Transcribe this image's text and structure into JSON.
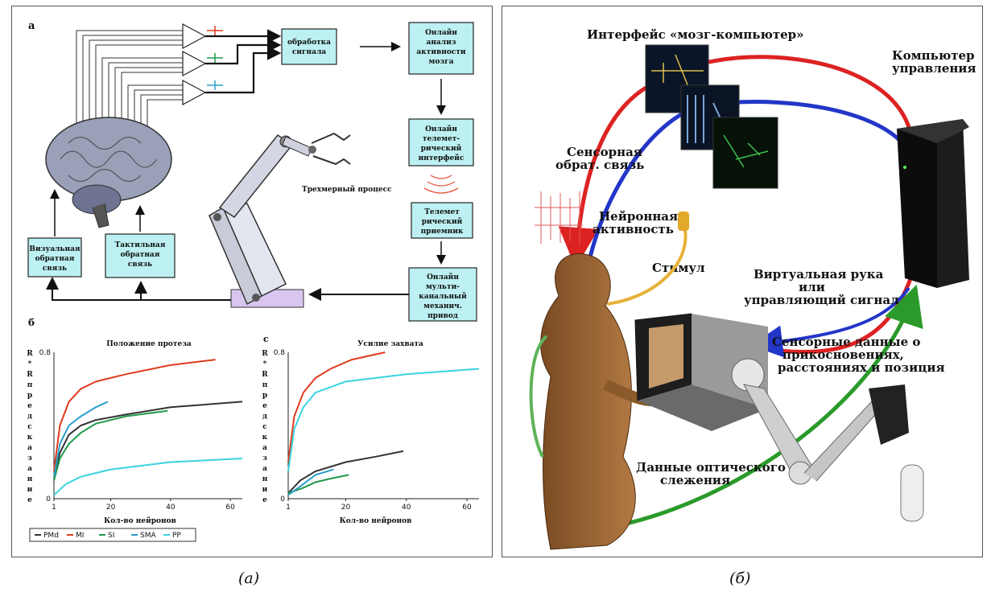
{
  "captions": {
    "a": "(а)",
    "b": "(б)"
  },
  "panel_a": {
    "letter_a": "а",
    "letter_b": "б",
    "letter_c": "с",
    "box_signal": [
      "обработка",
      "сигнала"
    ],
    "box_online_analysis": [
      "Онлайн",
      "анализ",
      "активности",
      "мозга"
    ],
    "box_online_telemetry": [
      "Онлайн",
      "телемет-",
      "рический",
      "интерфейс"
    ],
    "box_telemetry_receiver": [
      "Телемет",
      "рический",
      "приемник"
    ],
    "box_online_drive": [
      "Онлайн",
      "мульти-",
      "канальный",
      "механич.",
      "привод"
    ],
    "box_visual": [
      "Визуальная",
      "обратная",
      "связь"
    ],
    "box_tactile": [
      "Тактильная",
      "обратная",
      "связь"
    ],
    "robot_label": "Трехмерный процесс",
    "legend": [
      {
        "name": "PMd",
        "color": "#333333"
      },
      {
        "name": "MI",
        "color": "#e03a1e"
      },
      {
        "name": "SI",
        "color": "#1f9a4a"
      },
      {
        "name": "SMA",
        "color": "#2a9fc9"
      },
      {
        "name": "PP",
        "color": "#39d3e0"
      }
    ]
  },
  "chart_data": [
    {
      "type": "line",
      "title": "Положение протеза",
      "ylabel": "R * R предсказание",
      "xlabel": "Кол-во нейронов",
      "xticks": [
        "1",
        "20",
        "40",
        "60"
      ],
      "yticks": [
        "0",
        "0.8"
      ],
      "xlim": [
        1,
        64
      ],
      "ylim": [
        0,
        0.8
      ],
      "series": [
        {
          "name": "PMd",
          "color": "#333333",
          "x": [
            1,
            3,
            6,
            10,
            15,
            25,
            40,
            64
          ],
          "y": [
            0.1,
            0.25,
            0.35,
            0.4,
            0.43,
            0.46,
            0.5,
            0.53
          ]
        },
        {
          "name": "MI",
          "color": "#e03a1e",
          "x": [
            1,
            3,
            6,
            10,
            15,
            25,
            40,
            55
          ],
          "y": [
            0.15,
            0.4,
            0.53,
            0.6,
            0.64,
            0.68,
            0.73,
            0.76
          ]
        },
        {
          "name": "SI",
          "color": "#1f9a4a",
          "x": [
            1,
            3,
            6,
            10,
            15,
            25,
            39
          ],
          "y": [
            0.1,
            0.22,
            0.3,
            0.36,
            0.41,
            0.45,
            0.48
          ]
        },
        {
          "name": "SMA",
          "color": "#2a9fc9",
          "x": [
            1,
            3,
            6,
            10,
            15,
            19
          ],
          "y": [
            0.12,
            0.3,
            0.4,
            0.45,
            0.5,
            0.53
          ]
        },
        {
          "name": "PP",
          "color": "#39d3e0",
          "x": [
            1,
            5,
            10,
            20,
            40,
            64
          ],
          "y": [
            0.02,
            0.08,
            0.12,
            0.16,
            0.2,
            0.22
          ]
        }
      ]
    },
    {
      "type": "line",
      "title": "Усилие захвата",
      "ylabel": "R * R предсказание",
      "xlabel": "Кол-во нейронов",
      "xticks": [
        "1",
        "20",
        "40",
        "60"
      ],
      "yticks": [
        "0",
        "0.8"
      ],
      "xlim": [
        1,
        64
      ],
      "ylim": [
        0,
        0.8
      ],
      "series": [
        {
          "name": "PMd",
          "color": "#333333",
          "x": [
            1,
            5,
            10,
            20,
            30,
            39
          ],
          "y": [
            0.03,
            0.1,
            0.15,
            0.2,
            0.23,
            0.26
          ]
        },
        {
          "name": "MI",
          "color": "#e03a1e",
          "x": [
            1,
            3,
            6,
            10,
            15,
            22,
            33
          ],
          "y": [
            0.2,
            0.45,
            0.58,
            0.66,
            0.71,
            0.76,
            0.8
          ]
        },
        {
          "name": "SI",
          "color": "#1f9a4a",
          "x": [
            1,
            6,
            10,
            15,
            21
          ],
          "y": [
            0.03,
            0.06,
            0.09,
            0.11,
            0.13
          ]
        },
        {
          "name": "SMA",
          "color": "#2a9fc9",
          "x": [
            1,
            6,
            10,
            16
          ],
          "y": [
            0.02,
            0.08,
            0.13,
            0.16
          ]
        },
        {
          "name": "PP",
          "color": "#39d3e0",
          "x": [
            1,
            3,
            6,
            10,
            20,
            40,
            64
          ],
          "y": [
            0.15,
            0.38,
            0.5,
            0.58,
            0.64,
            0.68,
            0.71
          ]
        }
      ]
    }
  ],
  "panel_b": {
    "title": "Интерфейс «мозг-компьютер»",
    "computer": [
      "Компьютер",
      "управления"
    ],
    "sensory_feedback": [
      "Сенсорная",
      "обрат. связь"
    ],
    "neural_activity": [
      "Нейронная",
      "активность"
    ],
    "stimulus": "Стимул",
    "virtual_arm": [
      "Виртуальная рука",
      "или",
      "управляющий сигнал"
    ],
    "sensory_data": [
      "Сенсорные данные о",
      "прикосновениях,",
      "расстояниях и позиция"
    ],
    "optical": [
      "Данные оптического",
      "слежения"
    ]
  }
}
